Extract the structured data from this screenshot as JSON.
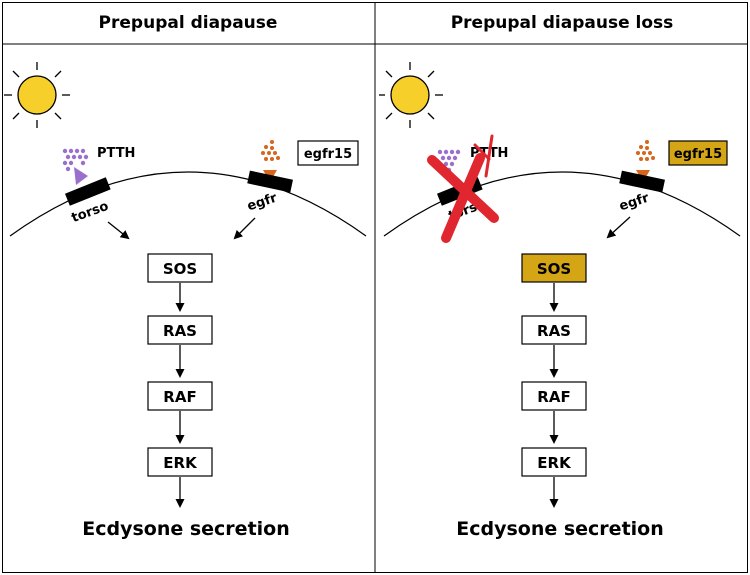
{
  "panels": [
    {
      "title": "Prepupal diapause",
      "ligand1_label": "PTTH",
      "receptor1_label": "torso",
      "ligand2_label": "egfr15",
      "receptor2_label": "egfr",
      "boxes": [
        "SOS",
        "RAS",
        "RAF",
        "ERK"
      ],
      "output": "Ecdysone secretion",
      "ptth_pathway_crossed_out": false,
      "highlighted_boxes": []
    },
    {
      "title": "Prepupal diapause loss",
      "ligand1_label": "PTTH",
      "receptor1_label": "torso",
      "ligand2_label": "egfr15",
      "receptor2_label": "egfr",
      "boxes": [
        "SOS",
        "RAS",
        "RAF",
        "ERK"
      ],
      "output": "Ecdysone secretion",
      "ptth_pathway_crossed_out": true,
      "highlighted_boxes": [
        "egfr15",
        "SOS"
      ]
    }
  ],
  "colors": {
    "sun": "#f7cf2a",
    "ptth_ligand": "#9b6fce",
    "egfr_ligand": "#d8651c",
    "highlight": "#d4a514",
    "cross": "#e0262e",
    "receptor": "#000000"
  },
  "icons": [
    "sun-icon",
    "ptth-dots-icon",
    "egfr-dots-icon",
    "cross-out-icon"
  ]
}
